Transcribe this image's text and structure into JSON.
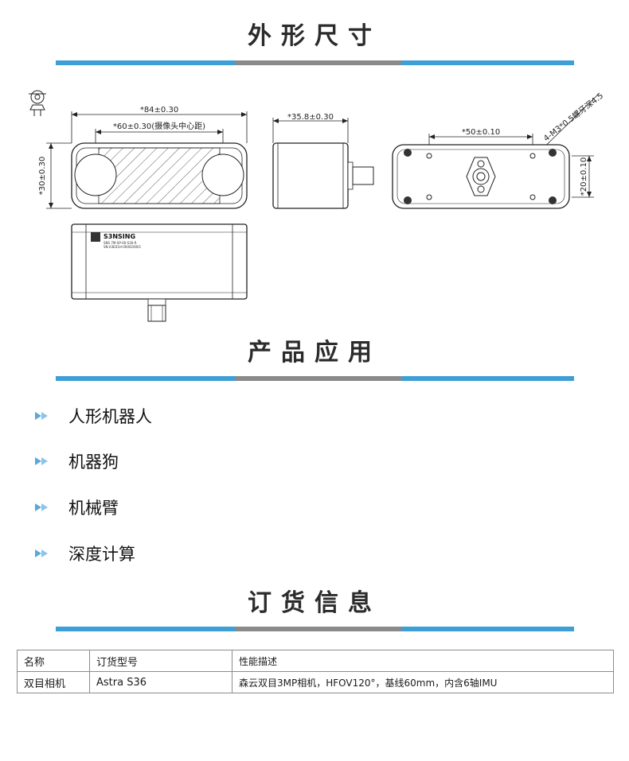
{
  "sections": {
    "dimensions": "外形尺寸",
    "applications": "产品应用",
    "ordering": "订货信息"
  },
  "drawing": {
    "front_width": "*84±0.30",
    "baseline": "*60±0.30(摄像头中心距)",
    "height": "*30±0.30",
    "side_depth": "*35.8±0.30",
    "hole_spacing": "*50±0.10",
    "hole_spec": "4-M3*0.5螺牙深4.5",
    "hole_height": "*20±0.10",
    "brand": "S3NSING",
    "label_line1": "SNS 7M-SP-00-S36-R",
    "label_line2": "SN:A3E01H-000020001"
  },
  "applications": [
    {
      "label": "人形机器人"
    },
    {
      "label": "机器狗"
    },
    {
      "label": "机械臂"
    },
    {
      "label": "深度计算"
    }
  ],
  "order_table": {
    "headers": [
      "名称",
      "订货型号",
      "性能描述"
    ],
    "rows": [
      [
        "双目相机",
        "Astra S36",
        "森云双目3MP相机，HFOV120°，基线60mm，内含6轴IMU"
      ]
    ]
  },
  "colors": {
    "accent_blue": "#3e9ed6",
    "divider_gray": "#8a8a8a",
    "bullet_blue": "#5aa8dc"
  },
  "icons": {
    "bullet": "double-chevron-right-icon",
    "drawing_symbol": "first-angle-projection-icon"
  }
}
